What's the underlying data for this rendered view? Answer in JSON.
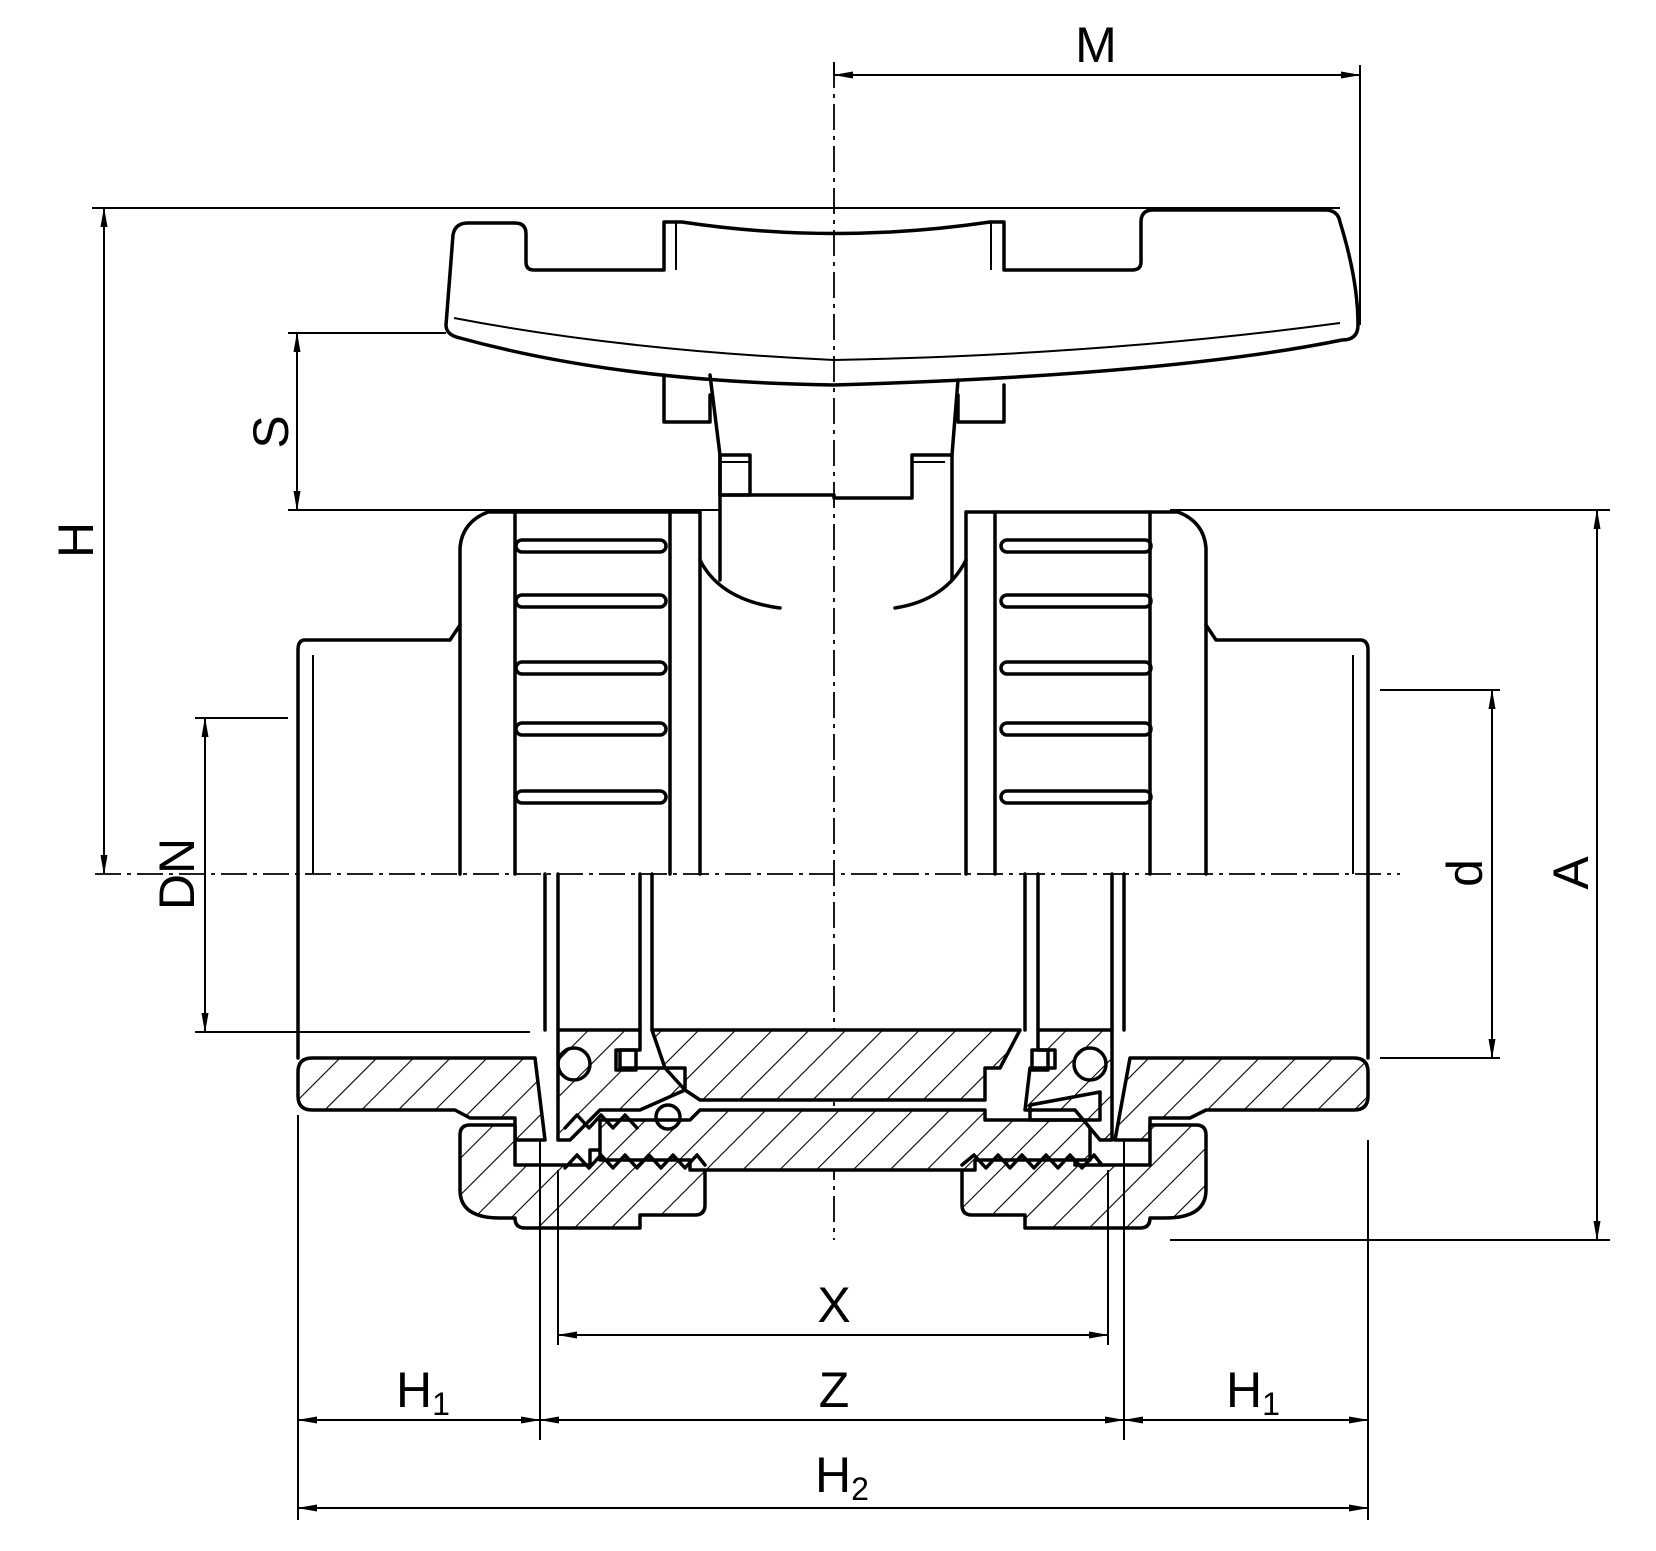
{
  "drawing": {
    "labels": {
      "M": "M",
      "H": "H",
      "S": "S",
      "DN": "DN",
      "d": "d",
      "A": "A",
      "X": "X",
      "Z": "Z",
      "H1_left_main": "H",
      "H1_left_sub": "1",
      "H1_right_main": "H",
      "H1_right_sub": "1",
      "H2_main": "H",
      "H2_sub": "2"
    },
    "colors": {
      "line": "#000000",
      "background": "#ffffff"
    }
  }
}
